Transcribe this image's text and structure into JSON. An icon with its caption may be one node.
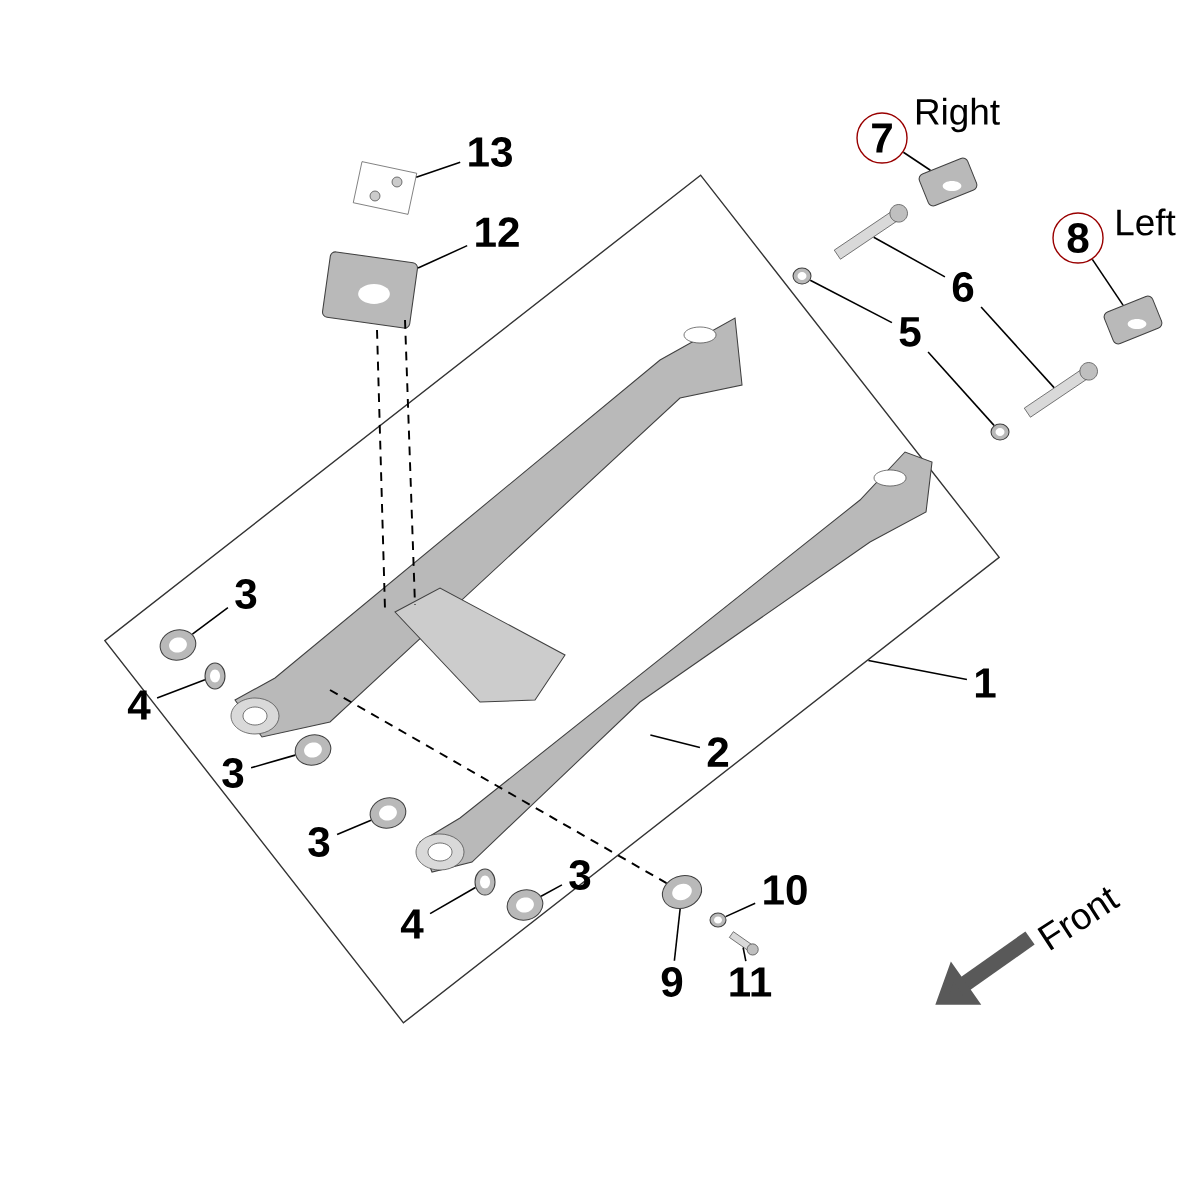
{
  "diagram": {
    "nodes": [
      {
        "text": [],
        "shape": "box"
      },
      {
        "text": [],
        "shape": "picture",
        "in": 0
      },
      {
        "text": [
          "2"
        ],
        "in": 0
      },
      {
        "text": [],
        "shape": "picture",
        "in": 0
      },
      {
        "text": [
          "3"
        ],
        "in": 0
      },
      {
        "text": [],
        "shape": "picture",
        "in": 0
      },
      {
        "text": [
          "4"
        ],
        "in": 0
      },
      {
        "text": [],
        "shape": "picture",
        "in": 0
      },
      {
        "text": [
          "3"
        ],
        "in": 0
      },
      {
        "text": [],
        "shape": "picture",
        "in": 0
      },
      {
        "text": [
          "3"
        ],
        "in": 0
      },
      {
        "text": [],
        "shape": "picture",
        "in": 0
      },
      {
        "text": [
          "4"
        ],
        "in": 0
      },
      {
        "text": [],
        "shape": "picture",
        "in": 0
      },
      {
        "text": [
          "3"
        ],
        "in": 0
      },
      {
        "text": [
          "1"
        ]
      },
      {
        "text": [],
        "shape": "picture"
      },
      {
        "text": [
          "12"
        ]
      },
      {
        "text": [],
        "shape": "picture"
      },
      {
        "text": [
          "13"
        ]
      },
      {
        "text": [],
        "shape": "picture"
      },
      {
        "text": [
          "7"
        ],
        "beside": [
          "Right"
        ]
      },
      {
        "text": [],
        "shape": "picture"
      },
      {
        "text": [
          "8"
        ],
        "beside": [
          "Left"
        ]
      },
      {
        "text": [],
        "shape": "picture"
      },
      {
        "text": [
          "6"
        ]
      },
      {
        "text": [],
        "shape": "picture"
      },
      {
        "text": [],
        "shape": "picture"
      },
      {
        "text": [],
        "shape": "picture"
      },
      {
        "text": [
          "5"
        ]
      },
      {
        "text": [],
        "shape": "picture"
      },
      {
        "text": [
          "9"
        ]
      },
      {
        "text": [],
        "shape": "picture"
      },
      {
        "text": [
          "10"
        ]
      },
      {
        "text": [],
        "shape": "picture"
      },
      {
        "text": [
          "11"
        ]
      }
    ],
    "edges": [
      {
        "from": 2,
        "to": 1,
        "arrow": "none"
      },
      {
        "from": 4,
        "to": 3,
        "arrow": "none"
      },
      {
        "from": 6,
        "to": 5,
        "arrow": "none"
      },
      {
        "from": 8,
        "to": 7,
        "arrow": "none"
      },
      {
        "from": 10,
        "to": 9,
        "arrow": "none"
      },
      {
        "from": 12,
        "to": 11,
        "arrow": "none"
      },
      {
        "from": 14,
        "to": 13,
        "arrow": "none"
      },
      {
        "from": 15,
        "to": 0,
        "arrow": "none"
      },
      {
        "from": 17,
        "to": 16,
        "arrow": "none"
      },
      {
        "from": 19,
        "to": 18,
        "arrow": "none"
      },
      {
        "from": 21,
        "to": 20,
        "arrow": "none"
      },
      {
        "from": 23,
        "to": 22,
        "arrow": "none"
      },
      {
        "from": 25,
        "to": 24,
        "arrow": "none"
      },
      {
        "from": 25,
        "to": 26,
        "arrow": "none"
      },
      {
        "from": 29,
        "to": 27,
        "arrow": "none"
      },
      {
        "from": 29,
        "to": 28,
        "arrow": "none"
      },
      {
        "from": 31,
        "to": 30,
        "arrow": "none"
      },
      {
        "from": 33,
        "to": 32,
        "arrow": "none"
      },
      {
        "from": 35,
        "to": 34,
        "arrow": "none"
      },
      {
        "from": 16,
        "to": 1,
        "arrow": "none",
        "style": "dashed"
      },
      {
        "from": 16,
        "to": 1,
        "arrow": "none",
        "style": "dashed"
      },
      {
        "from": 1,
        "to": 30,
        "arrow": "none",
        "style": "dashed"
      }
    ],
    "labels": [
      "Front"
    ]
  }
}
